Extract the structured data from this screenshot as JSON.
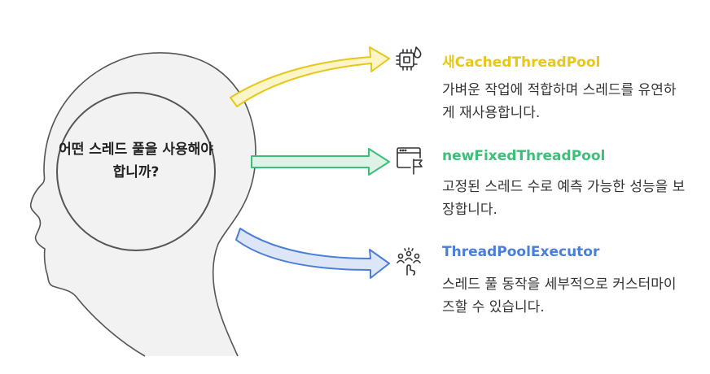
{
  "center": {
    "question": "어떤 스레드 풀을 사용해야 합니까?"
  },
  "options": [
    {
      "title": "새CachedThreadPool",
      "description": "가벼운 작업에 적합하며 스레드를 유연하게 재사용합니다.",
      "color": "#e6c71a",
      "icon": "cpu-chip-icon"
    },
    {
      "title": "newFixedThreadPool",
      "description": "고정된 스레드 수로 예측 가능한 성능을 보장합니다.",
      "color": "#3cbf78",
      "icon": "browser-window-flag-icon"
    },
    {
      "title": "ThreadPoolExecutor",
      "description": "스레드 풀 동작을 세부적으로 커스터마이즈할 수 있습니다.",
      "color": "#4a7ed8",
      "icon": "people-pointer-icon"
    }
  ]
}
